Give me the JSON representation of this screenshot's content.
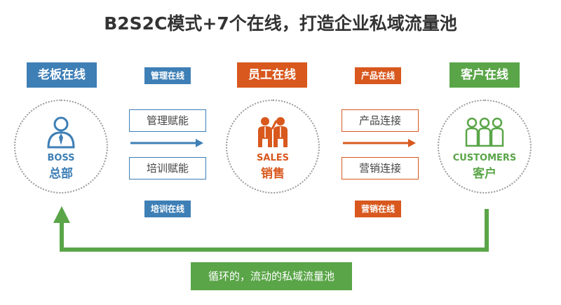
{
  "title": "B2S2C模式+7个在线，打造企业私域流量池",
  "colors": {
    "blue": "#3e7fb6",
    "red": "#d8581e",
    "green": "#5aa548"
  },
  "boss": {
    "header": "老板在线",
    "en": "BOSS",
    "zh": "总部",
    "icon": "boss-person-icon"
  },
  "sales": {
    "header": "员工在线",
    "en": "SALES",
    "zh": "销售",
    "icon": "salespeople-icon"
  },
  "customers": {
    "header": "客户在线",
    "en": "CUSTOMERS",
    "zh": "客户",
    "icon": "customers-group-icon"
  },
  "left_flow": {
    "top_tag": "管理在线",
    "box1": "管理赋能",
    "box2": "培训赋能",
    "bottom_tag": "培训在线"
  },
  "right_flow": {
    "top_tag": "产品在线",
    "box1": "产品连接",
    "box2": "营销连接",
    "bottom_tag": "营销在线"
  },
  "loop_label": "循环的，流动的私域流量池"
}
